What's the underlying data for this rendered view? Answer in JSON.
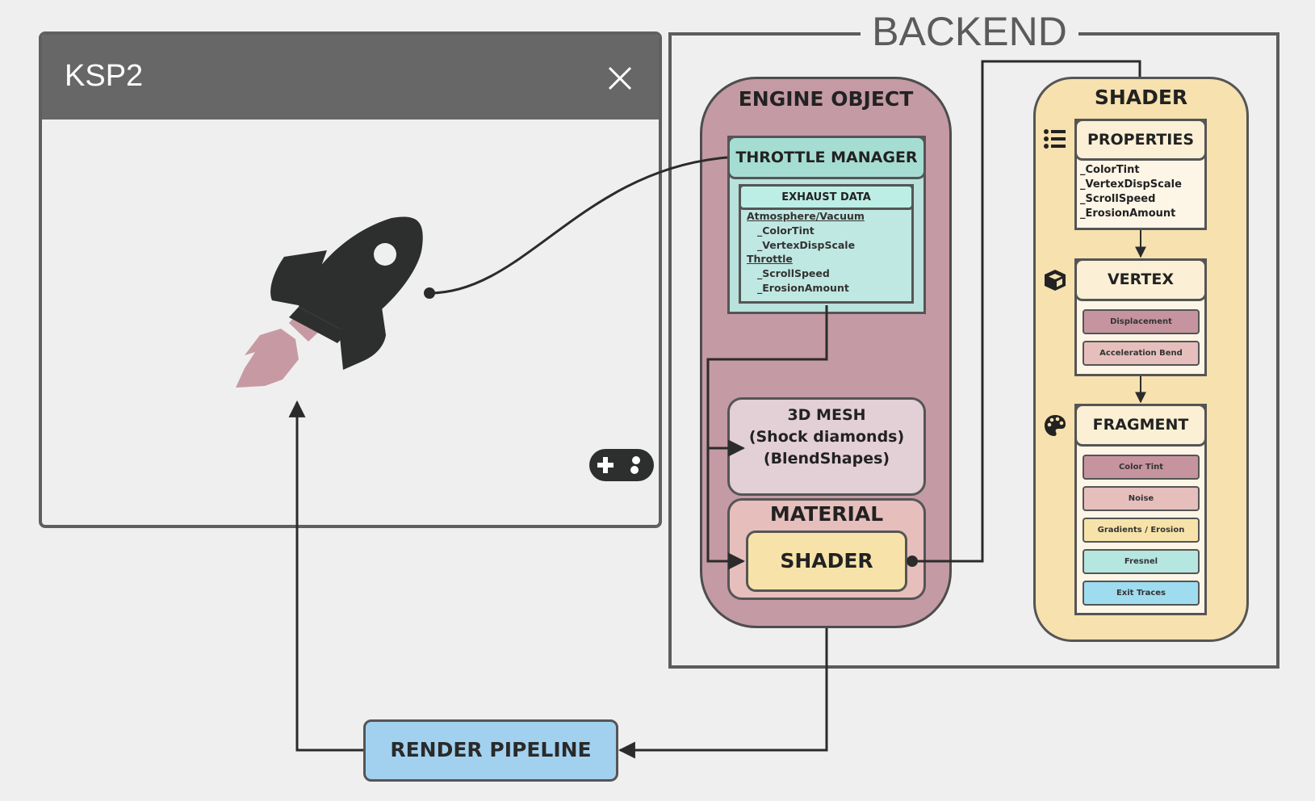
{
  "window": {
    "title": "KSP2"
  },
  "backend": {
    "title": "BACKEND"
  },
  "engine_object": {
    "title": "ENGINE OBJECT",
    "throttle_manager": {
      "title": "THROTTLE MANAGER",
      "exhaust_data": {
        "title": "EXHAUST DATA",
        "lines": [
          "Atmosphere/Vacuum",
          "_ColorTint",
          "_VertexDispScale",
          "Throttle",
          "_ScrollSpeed",
          "_ErosionAmount"
        ]
      }
    },
    "mesh": {
      "line1": "3D MESH",
      "line2": "(Shock diamonds)",
      "line3": "(BlendShapes)"
    },
    "material": {
      "title": "MATERIAL",
      "shader": "SHADER"
    }
  },
  "shader": {
    "title": "SHADER",
    "properties": {
      "title": "PROPERTIES",
      "items": [
        "_ColorTint",
        "_VertexDispScale",
        "_ScrollSpeed",
        "_ErosionAmount"
      ]
    },
    "vertex": {
      "title": "VERTEX",
      "items": [
        "Displacement",
        "Acceleration Bend"
      ]
    },
    "fragment": {
      "title": "FRAGMENT",
      "items": [
        "Color Tint",
        "Noise",
        "Gradients / Erosion",
        "Fresnel",
        "Exit Traces"
      ]
    }
  },
  "render_pipeline": {
    "label": "RENDER PIPELINE"
  },
  "colors": {
    "engine": "#c49aa5",
    "throttle": "#a6ddd2",
    "mesh": "#e3cfd6",
    "material": "#e6bfbd",
    "shader_bg": "#f6e1af",
    "render": "#a2d1ef",
    "rocket": "#2d2f2f",
    "flame": "#c79aa3",
    "pill_color_tint": "#c6949f",
    "pill_noise": "#e6bfbd",
    "pill_gradients": "#f7e3a9",
    "pill_fresnel": "#b5e6df",
    "pill_exit_traces": "#9fdcf0"
  },
  "icons": [
    "close-icon",
    "rocket-icon",
    "gamepad-icon",
    "list-icon",
    "cube-icon",
    "palette-icon"
  ]
}
